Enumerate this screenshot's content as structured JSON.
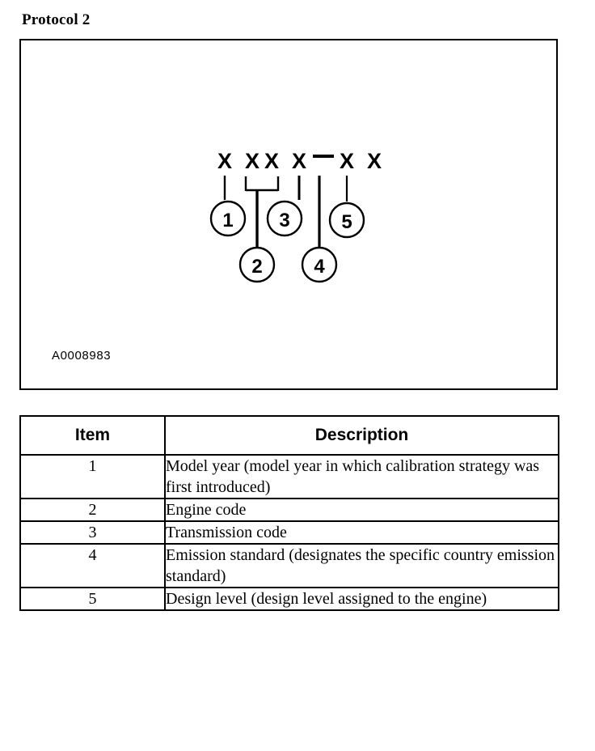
{
  "page": {
    "title": "Protocol 2"
  },
  "figure": {
    "caption": "A0008983",
    "code_characters": [
      "X",
      "X",
      "X",
      "X",
      "—",
      "X",
      "X"
    ],
    "code_string": "X XX X—X X",
    "callouts": [
      {
        "number": "1",
        "row": "upper"
      },
      {
        "number": "2",
        "row": "lower"
      },
      {
        "number": "3",
        "row": "upper"
      },
      {
        "number": "4",
        "row": "lower"
      },
      {
        "number": "5",
        "row": "upper"
      }
    ]
  },
  "table": {
    "headers": {
      "item": "Item",
      "description": "Description"
    },
    "rows": [
      {
        "item": "1",
        "description": "Model year (model year in which calibration strategy was first introduced)"
      },
      {
        "item": "2",
        "description": "Engine code"
      },
      {
        "item": "3",
        "description": "Transmission code"
      },
      {
        "item": "4",
        "description": "Emission standard (designates the specific country emission standard)"
      },
      {
        "item": "5",
        "description": "Design level (design level assigned to the engine)"
      }
    ]
  },
  "colors": {
    "ink": "#000000",
    "paper": "#ffffff"
  }
}
